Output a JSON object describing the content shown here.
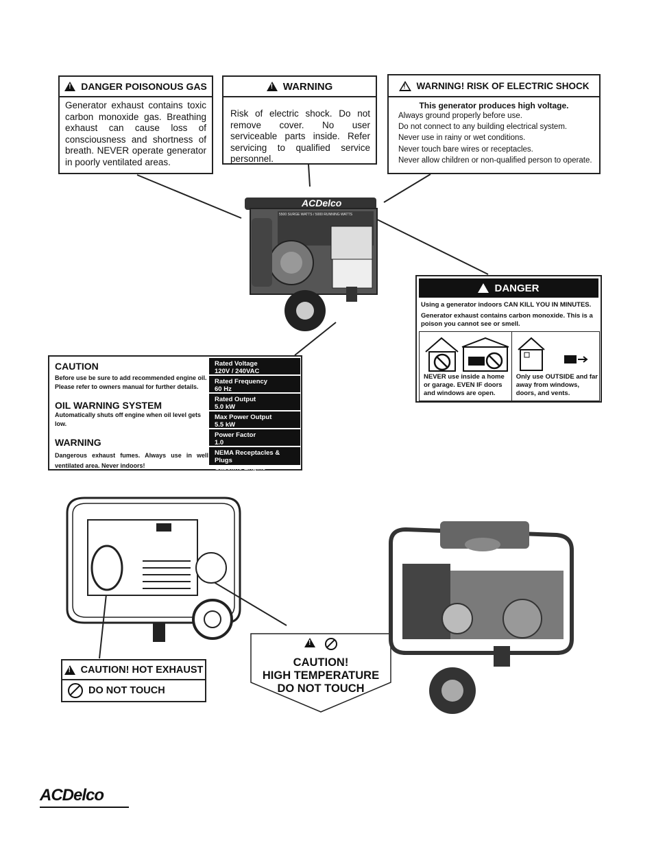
{
  "label_poison": {
    "title": "DANGER  POISONOUS GAS",
    "body": "Generator exhaust contains toxic carbon monoxide gas. Breathing exhaust can cause loss of consciousness and shortness of breath. NEVER operate generator in poorly ventilated areas."
  },
  "label_warning": {
    "title": "WARNING",
    "body": "Risk of electric shock. Do not remove cover. No user serviceable parts inside. Refer servicing to qualified service personnel."
  },
  "label_shock": {
    "title": "WARNING! RISK OF ELECTRIC SHOCK",
    "subtitle": "This generator produces high voltage.",
    "lines": [
      "Always ground properly before use.",
      "Do not connect to any building electrical system.",
      "Never use in rainy or wet conditions.",
      "Never touch bare wires or receptacles.",
      "Never allow children or non-qualified person to operate."
    ]
  },
  "label_danger": {
    "title": "DANGER",
    "line1": "Using a generator indoors CAN KILL YOU IN MINUTES.",
    "line2": "Generator exhaust contains carbon monoxide. This is a poison you cannot see or smell.",
    "caption_left": "NEVER use inside a home or garage. EVEN IF doors and windows are open.",
    "caption_right": "Only use OUTSIDE and far away from windows, doors, and vents."
  },
  "label_caution": {
    "caution_title": "CAUTION",
    "caution_body": "Before use be sure to add recommended engine oil. Please refer to owners manual for further details.",
    "oil_title": "OIL WARNING SYSTEM",
    "oil_body": "Automatically shuts off engine when oil level gets low.",
    "warn_title": "WARNING",
    "warn_body": "Dangerous exhaust fumes. Always use in well ventilated area. Never indoors!",
    "specs": [
      {
        "label": "Rated Voltage",
        "value": "120V / 240VAC"
      },
      {
        "label": "Rated Frequency",
        "value": "60 Hz"
      },
      {
        "label": "Rated Output",
        "value": "5.0 kW"
      },
      {
        "label": "Max Power Output",
        "value": "5.5 kW"
      },
      {
        "label": "Power Factor",
        "value": "1.0"
      },
      {
        "label": "NEMA Receptacles & Plugs",
        "value": "Gasoline Engine Generator"
      }
    ]
  },
  "label_hot": {
    "title": "CAUTION! HOT EXHAUST",
    "sub": "DO NOT TOUCH"
  },
  "label_temp": {
    "line1": "CAUTION!",
    "line2": "HIGH TEMPERATURE",
    "line3": "DO NOT TOUCH"
  },
  "generator_photo": {
    "brand": "ACDelco",
    "rating": "5500 SURGE WATTS / 5000 RUNNING WATTS"
  },
  "footer": {
    "logo": "ACDelco"
  }
}
